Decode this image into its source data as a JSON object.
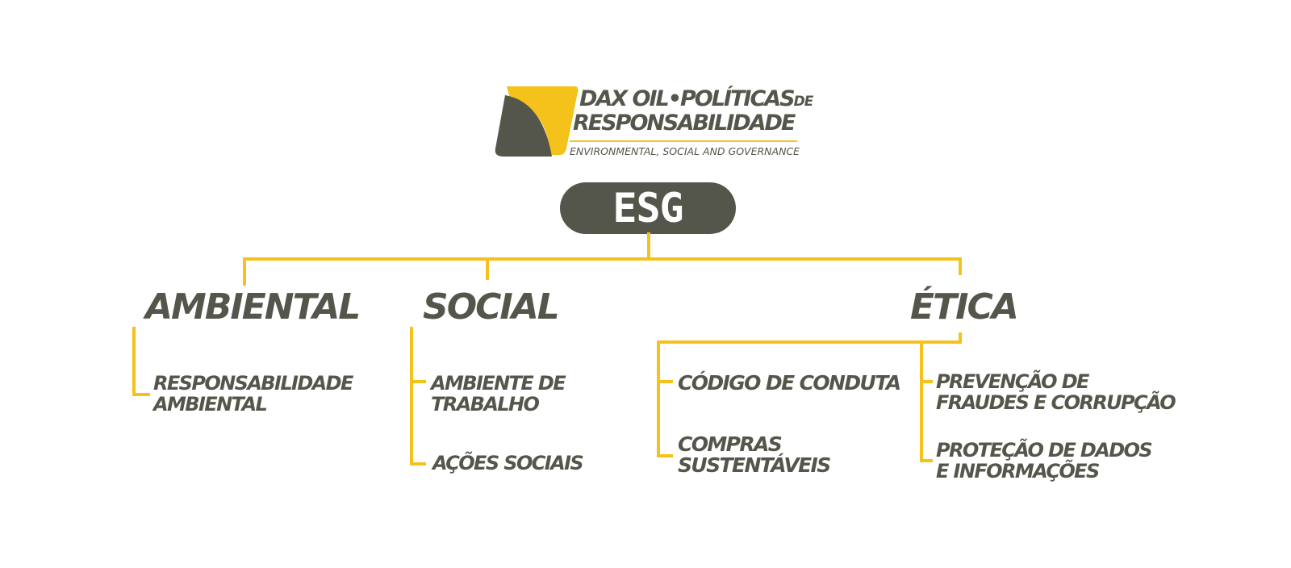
{
  "brand": {
    "name_line1": "DAX OIL•POLÍTICAS",
    "name_de": "DE",
    "name_line2": "RESPONSABILIDADE",
    "tagline": "ENVIRONMENTAL, SOCIAL AND GOVERNANCE"
  },
  "root": {
    "label": "ESG"
  },
  "branches": {
    "ambiental": {
      "label": "AMBIENTAL",
      "items": [
        "RESPONSABILIDADE\nAMBIENTAL"
      ]
    },
    "social": {
      "label": "SOCIAL",
      "items": [
        "AMBIENTE DE\nTRABALHO",
        "AÇÕES SOCIAIS"
      ]
    },
    "etica": {
      "label": "ÉTICA",
      "left_items": [
        "CÓDIGO DE CONDUTA",
        "COMPRAS\nSUSTENTÁVEIS"
      ],
      "right_items": [
        "PREVENÇÃO DE\nFRAUDES E CORRUPÇÃO",
        "PROTEÇÃO DE DADOS\nE INFORMAÇÕES"
      ]
    }
  },
  "colors": {
    "accent_yellow": "#f5c21b",
    "dark_gray": "#55564b",
    "background": "#ffffff"
  }
}
